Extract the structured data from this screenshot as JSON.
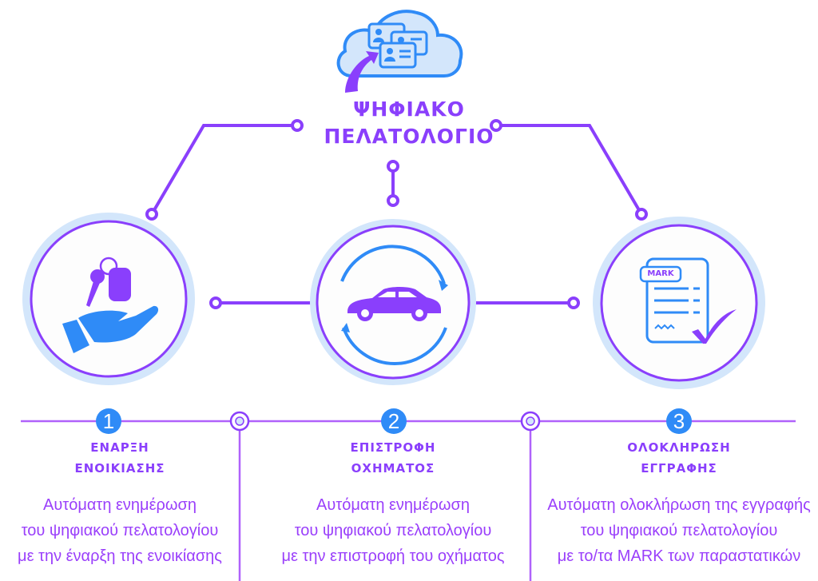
{
  "hub": {
    "icon": "cloud-customer-cards-icon",
    "title_line1": "ΨΗΦΙΑΚΟ",
    "title_line2": "ΠΕΛΑΤΟΛΟΓΙΟ"
  },
  "steps": [
    {
      "number": "1",
      "icon": "hand-keys-icon",
      "title_line1": "ΕΝΑΡΞΗ",
      "title_line2": "ΕΝΟΙΚΙΑΣΗΣ",
      "desc_line1": "Αυτόματη ενημέρωση",
      "desc_line2": "του ψηφιακού πελατολογίου",
      "desc_line3": "με την έναρξη της ενοικίασης"
    },
    {
      "number": "2",
      "icon": "car-return-cycle-icon",
      "title_line1": "ΕΠΙΣΤΡΟΦΗ",
      "title_line2": "ΟΧΗΜΑΤΟΣ",
      "desc_line1": "Αυτόματη ενημέρωση",
      "desc_line2": "του ψηφιακού πελατολογίου",
      "desc_line3": "με την επιστροφή του οχήματος"
    },
    {
      "number": "3",
      "icon": "mark-document-check-icon",
      "title_line1": "ΟΛΟΚΛΗΡΩΣΗ",
      "title_line2": "ΕΓΓΡΑΦΗΣ",
      "desc_line1": "Αυτόματη ολοκλήρωση της εγγραφής",
      "desc_line2": "του ψηφιακού πελατολογίου",
      "desc_line3": "με το/τα MARK των παραστατικών"
    }
  ],
  "document_badge": "MARK",
  "colors": {
    "purple": "#8a3ffc",
    "blue": "#2f8bf7",
    "light_blue": "#d3e6fb"
  }
}
